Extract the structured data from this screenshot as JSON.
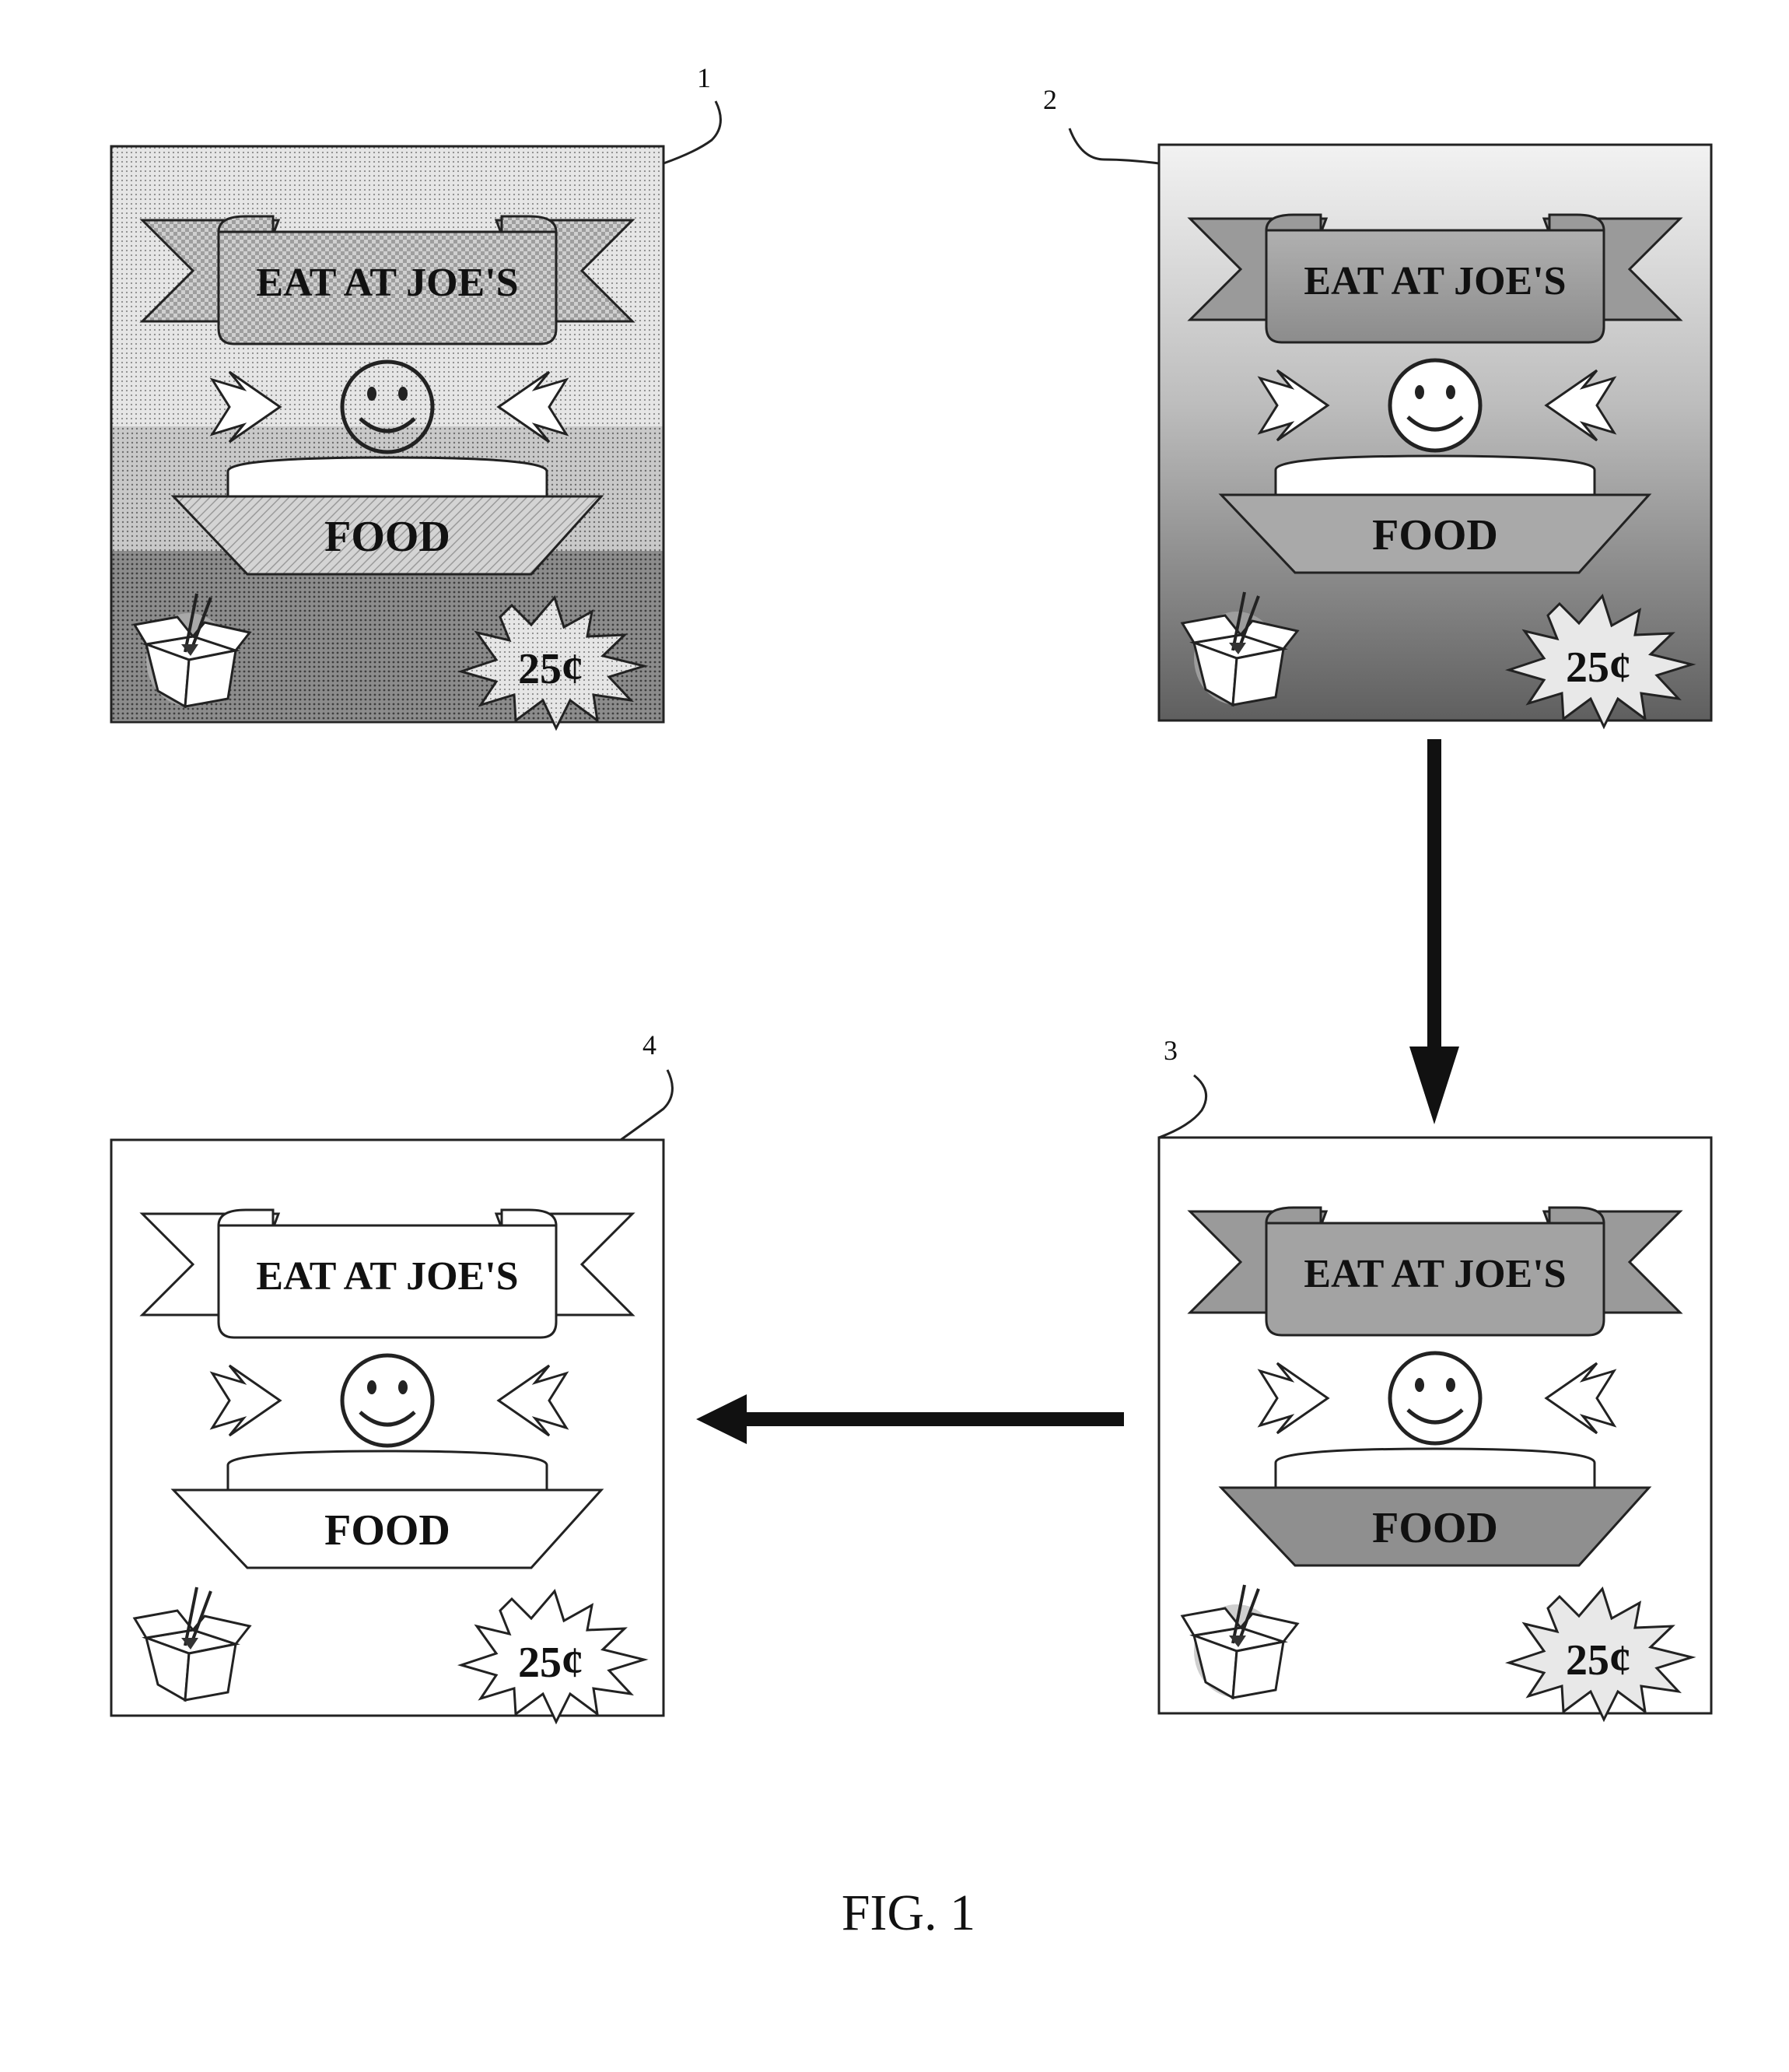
{
  "figure": {
    "caption": "FIG. 1"
  },
  "panels": [
    {
      "id": "1",
      "ref_label": "1",
      "style": "dotted-pattern",
      "banner_text": "EAT AT JOE'S",
      "food_text": "FOOD",
      "price_text": "25¢"
    },
    {
      "id": "2",
      "ref_label": "2",
      "style": "gradient-gray",
      "banner_text": "EAT AT JOE'S",
      "food_text": "FOOD",
      "price_text": "25¢"
    },
    {
      "id": "3",
      "ref_label": "3",
      "style": "flat-gray-elements",
      "banner_text": "EAT AT JOE'S",
      "food_text": "FOOD",
      "price_text": "25¢"
    },
    {
      "id": "4",
      "ref_label": "4",
      "style": "line-art",
      "banner_text": "EAT AT JOE'S",
      "food_text": "FOOD",
      "price_text": "25¢"
    }
  ],
  "arrows": [
    {
      "from": "2",
      "to": "3",
      "direction": "down"
    },
    {
      "from": "3",
      "to": "4",
      "direction": "left"
    }
  ],
  "colors": {
    "stroke": "#222222",
    "element_gray": "#9a9a9a",
    "box_gray": "#c4c4c4",
    "star_fill": "#e8e8e8"
  }
}
